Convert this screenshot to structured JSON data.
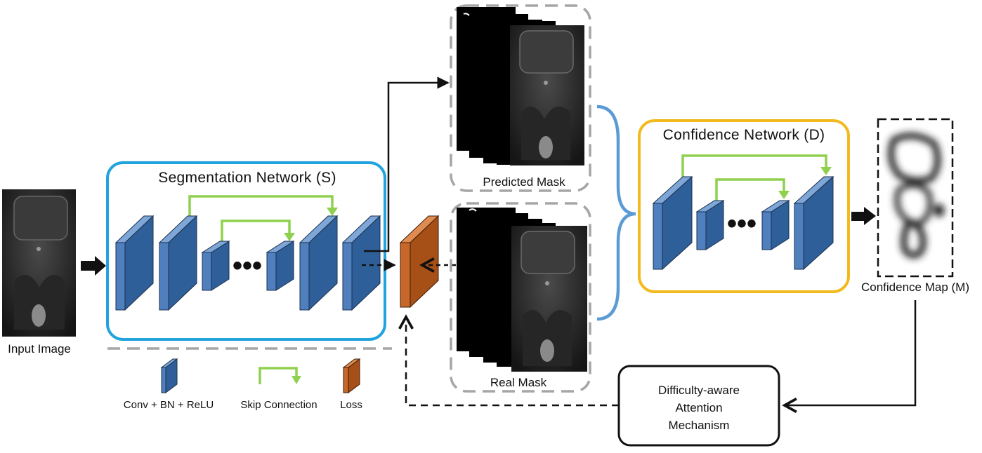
{
  "labels": {
    "input_image": "Input Image",
    "segmentation_network": "Segmentation Network (S)",
    "predicted_mask": "Predicted Mask",
    "real_mask": "Real Mask",
    "confidence_network": "Confidence Network (D)",
    "confidence_map": "Confidence Map (M)",
    "attention_line1": "Difficulty-aware",
    "attention_line2": "Attention",
    "attention_line3": "Mechanism",
    "ellipsis": "•••"
  },
  "legend": {
    "conv": "Conv + BN + ReLU",
    "skip": "Skip Connection",
    "loss": "Loss"
  },
  "colors": {
    "block_blue": "#4f7fbd",
    "block_blue_side": "#2f5f99",
    "skip_green": "#8fd14f",
    "loss_orange": "#c8672a",
    "seg_border": "#21a3de",
    "conf_border": "#f2ba1e",
    "brace_blue": "#5b9bd5",
    "dashed_gray": "#a6a6a6"
  }
}
